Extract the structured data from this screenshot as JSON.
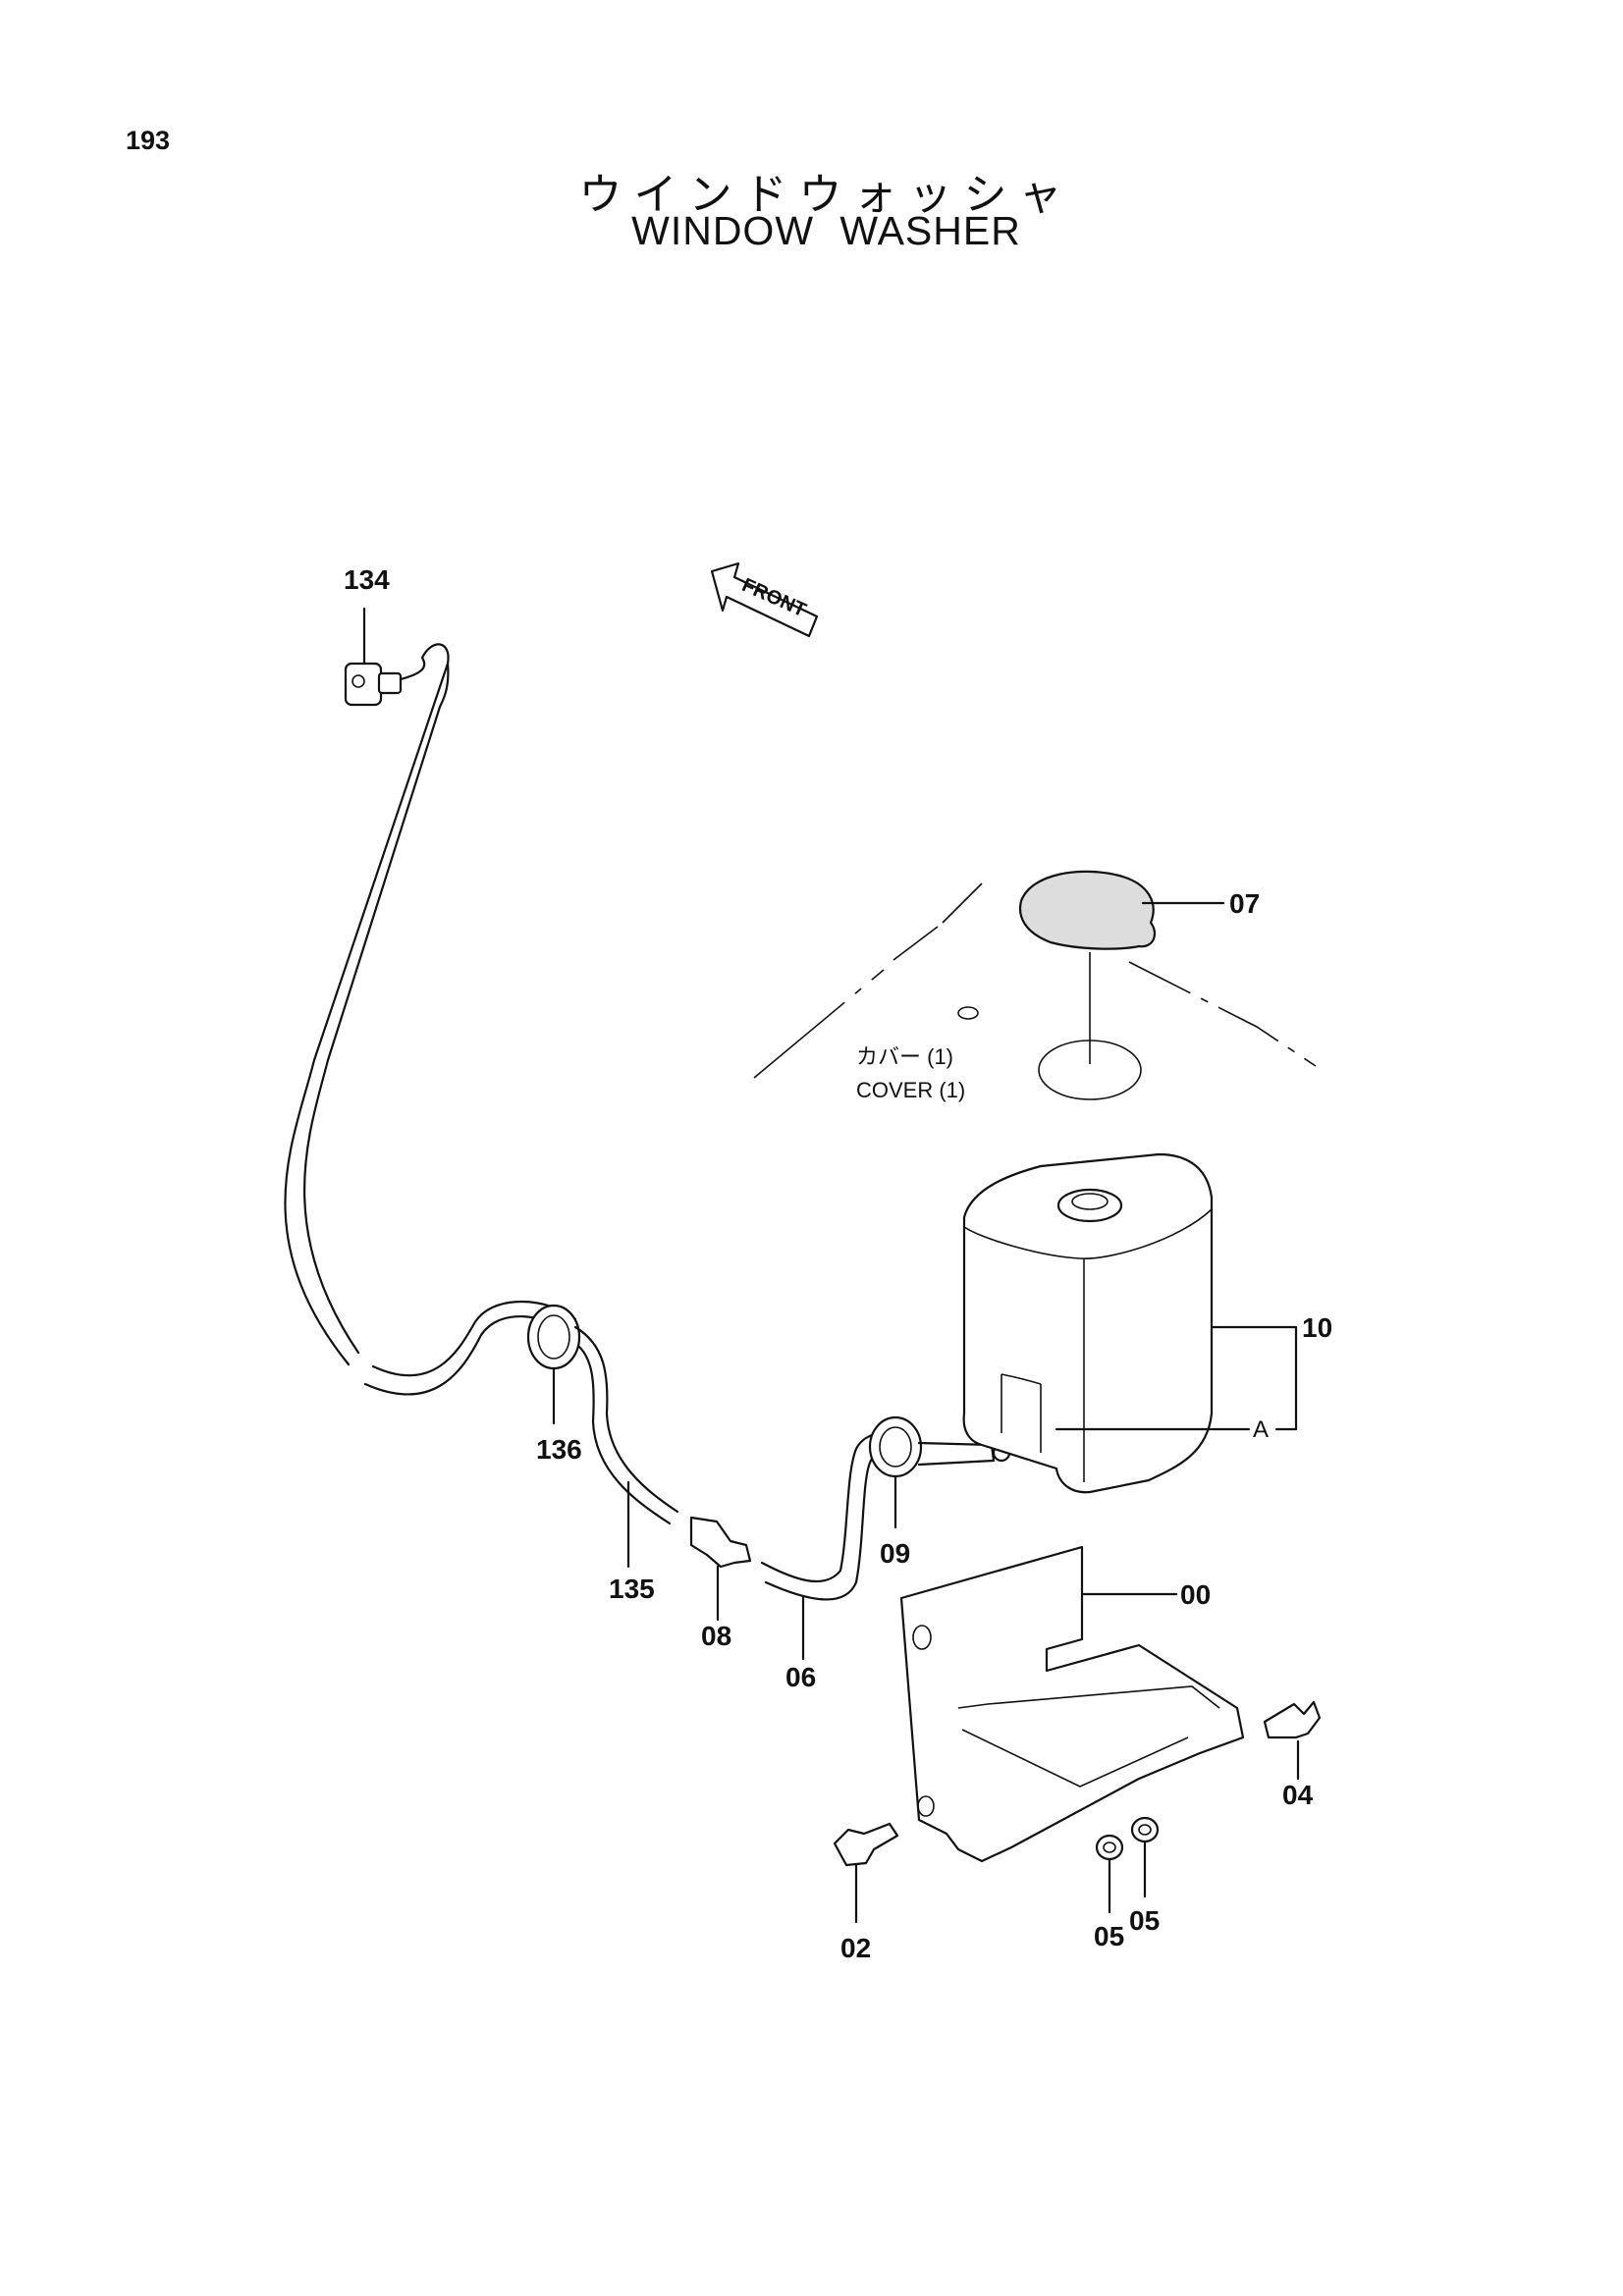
{
  "page": {
    "number": "193",
    "title_jp": "ウインドウォッシャ",
    "title_en": "WINDOW WASHER"
  },
  "front_indicator": "FRONT",
  "cover_note": {
    "jp": "カバー (1)",
    "en": "COVER (1)"
  },
  "callouts": [
    {
      "id": "c134",
      "label": "134"
    },
    {
      "id": "c07",
      "label": "07"
    },
    {
      "id": "c10",
      "label": "10"
    },
    {
      "id": "cA",
      "label": "A"
    },
    {
      "id": "c136",
      "label": "136"
    },
    {
      "id": "c135",
      "label": "135"
    },
    {
      "id": "c08",
      "label": "08"
    },
    {
      "id": "c06",
      "label": "06"
    },
    {
      "id": "c09",
      "label": "09"
    },
    {
      "id": "c00",
      "label": "00"
    },
    {
      "id": "c04",
      "label": "04"
    },
    {
      "id": "c02",
      "label": "02"
    },
    {
      "id": "c05a",
      "label": "05"
    },
    {
      "id": "c05b",
      "label": "05"
    }
  ]
}
